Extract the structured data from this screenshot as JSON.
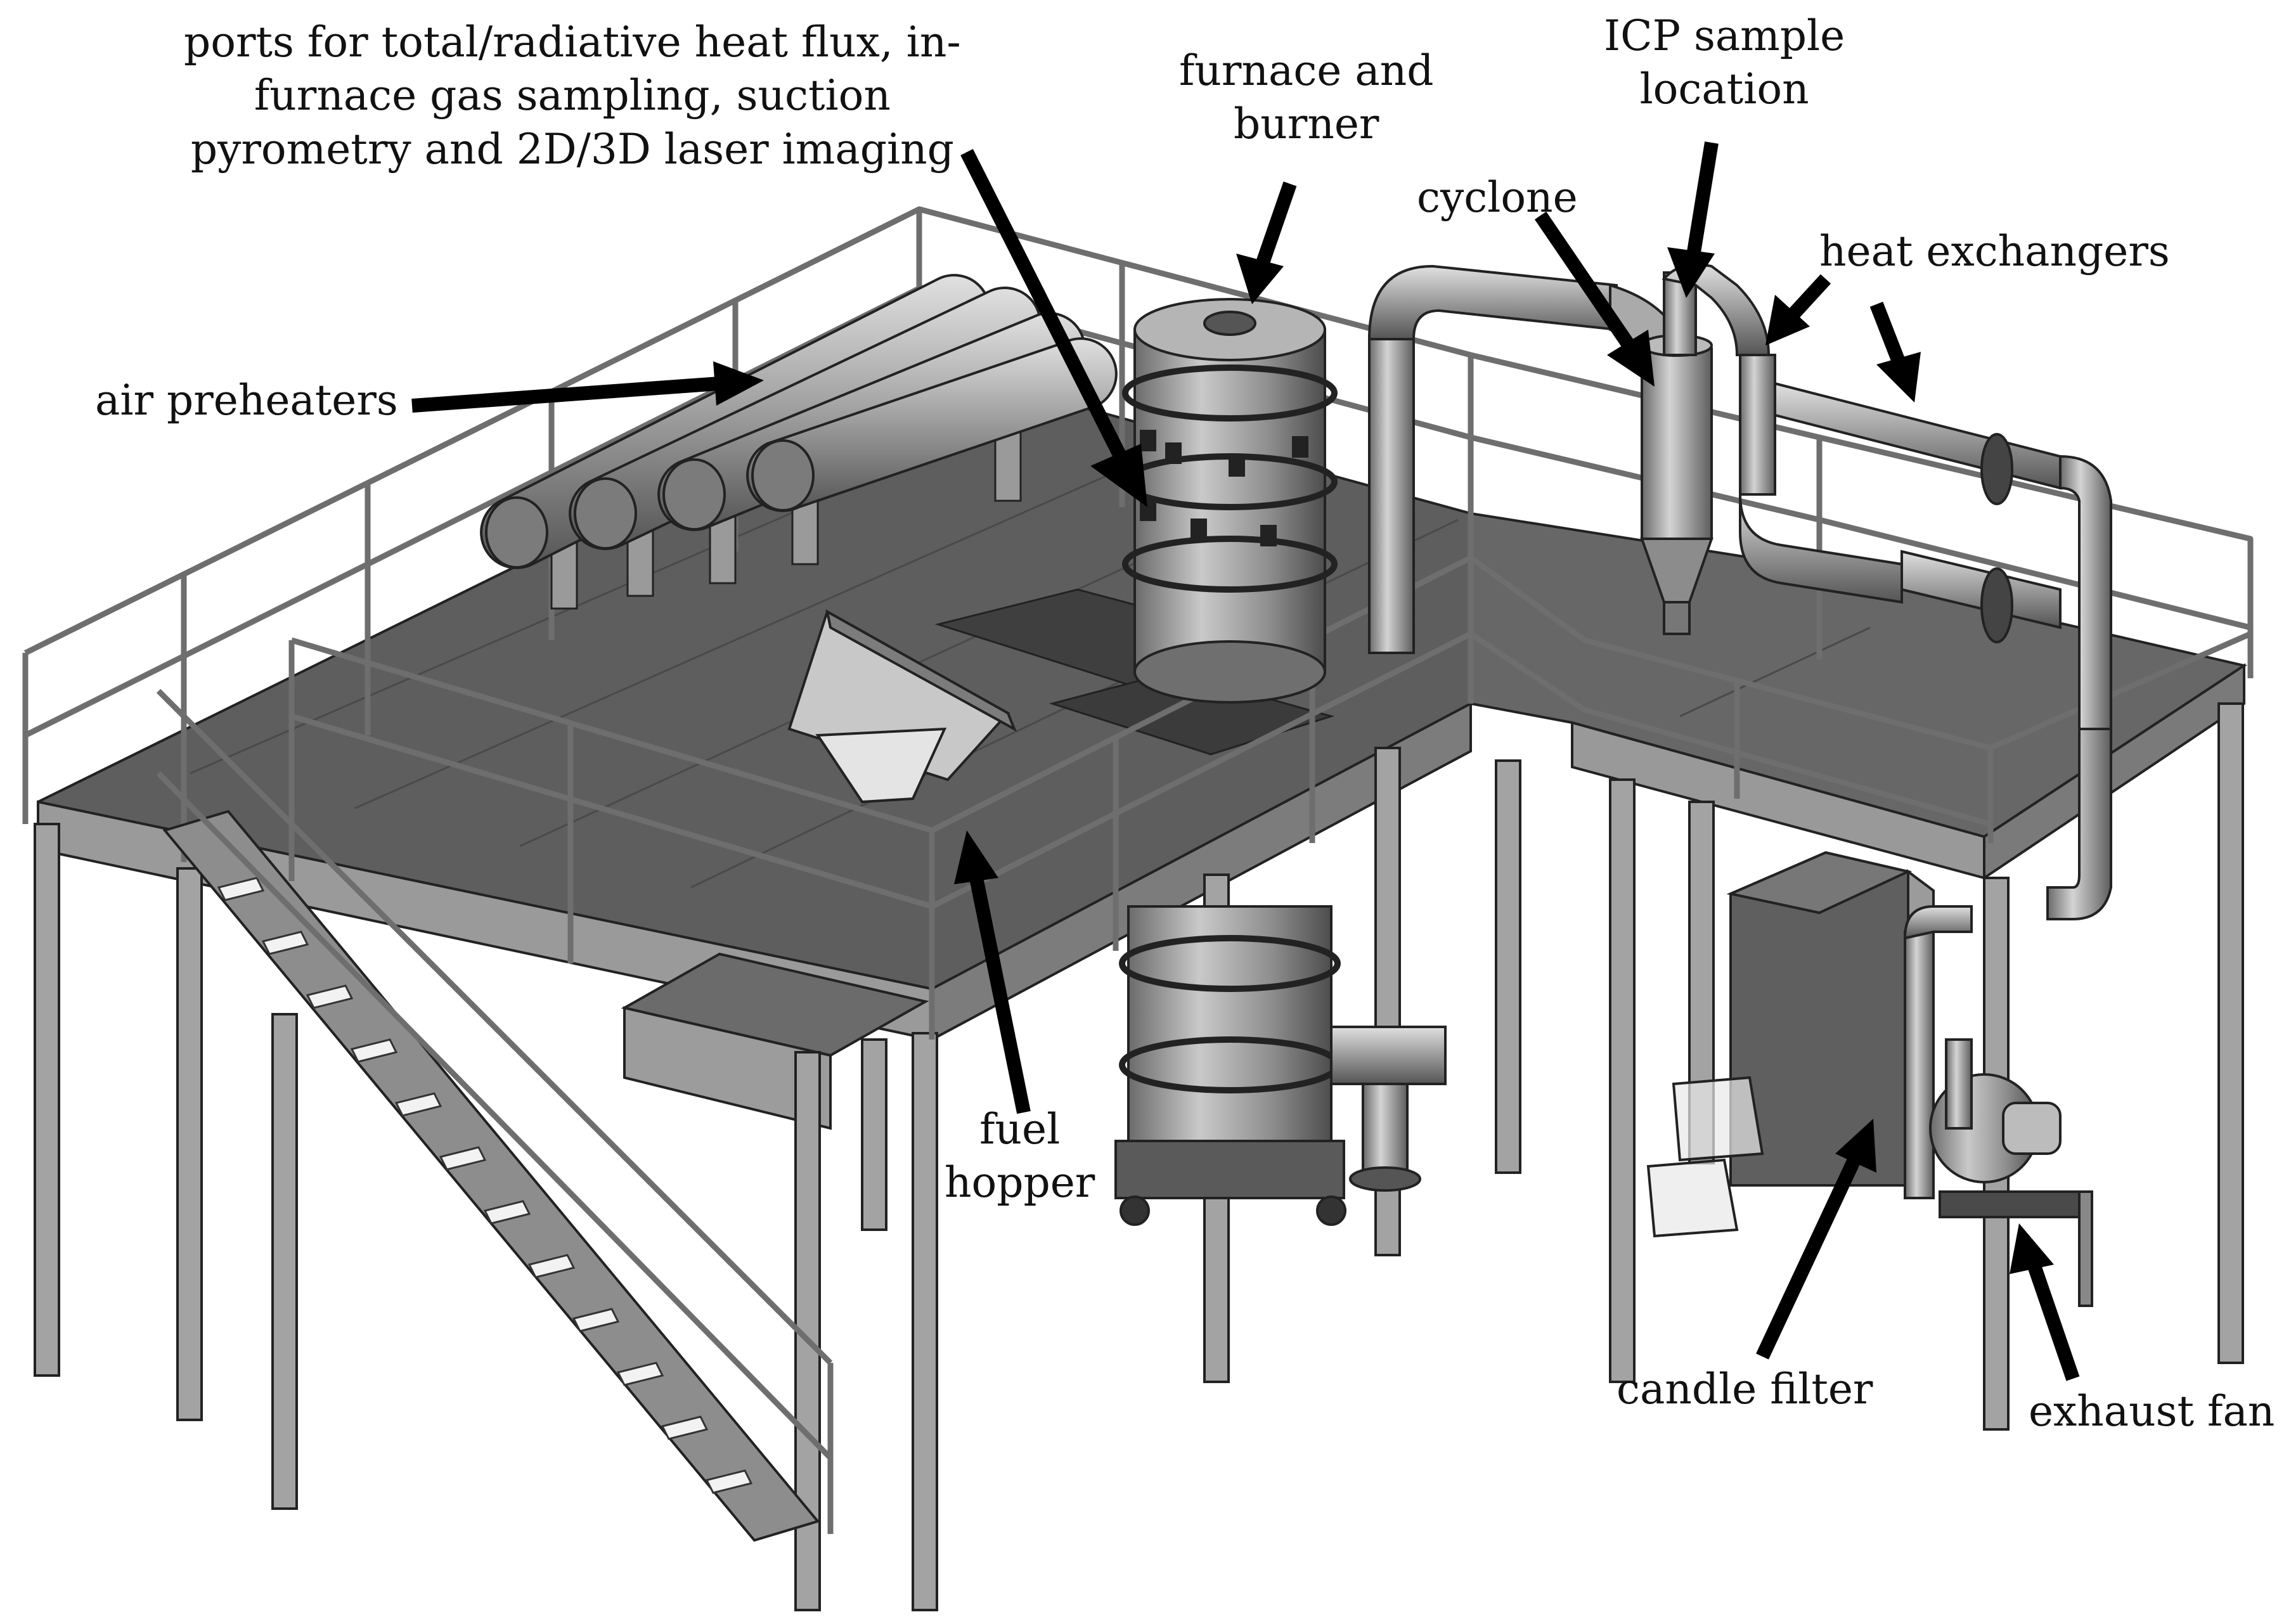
{
  "figure": {
    "labels": {
      "ports": [
        "ports for total/radiative heat flux, in-",
        "furnace gas sampling, suction",
        "pyrometry and 2D/3D laser imaging"
      ],
      "furnace": [
        "furnace and",
        "burner"
      ],
      "icp": [
        "ICP sample",
        "location"
      ],
      "cyclone": [
        "cyclone"
      ],
      "heat_exchangers": [
        "heat exchangers"
      ],
      "air_preheaters": [
        "air preheaters"
      ],
      "fuel_hopper": [
        "fuel",
        "hopper"
      ],
      "candle_filter": [
        "candle filter"
      ],
      "exhaust_fan": [
        "exhaust fan"
      ]
    },
    "colors": {
      "deck_top": "#5a5a5a",
      "deck_side": "#8a8a8a",
      "steel": "#9c9c9c",
      "steel_dark": "#3a3a3a",
      "pipe_light": "#bdbdbd",
      "arrow": "#000000"
    }
  }
}
